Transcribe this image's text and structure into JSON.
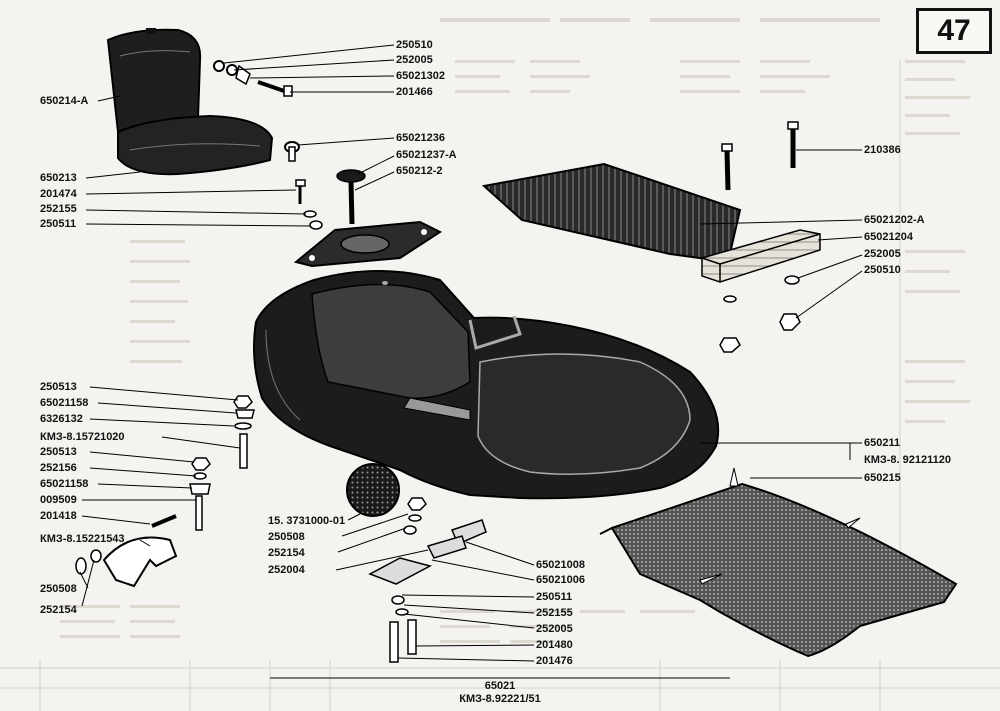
{
  "page_number": "47",
  "footer": {
    "assembly": "65021",
    "drawing": "КМЗ-8.92221/51"
  },
  "callouts": {
    "c250510a": "250510",
    "c252005a": "252005",
    "c65021302": "65021302",
    "c201466": "201466",
    "c650214A": "650214-А",
    "c65021236": "65021236",
    "c65021237A": "65021237-А",
    "c650212_2": "650212-2",
    "c650213": "650213",
    "c201474": "201474",
    "c252155a": "252155",
    "c250511a": "250511",
    "c210386": "210386",
    "c65021202A": "65021202-А",
    "c65021204": "65021204",
    "c252005b": "252005",
    "c250510b": "250510",
    "c250513a": "250513",
    "c65021158a": "65021158",
    "c6326132": "6326132",
    "cKM15721020": "КМЗ-8.15721020",
    "c250513b": "250513",
    "c252156": "252156",
    "c65021158b": "65021158",
    "c009509": "009509",
    "c201418": "201418",
    "cKM15221543": "КМЗ-8.15221543",
    "c250508a": "250508",
    "c252154a": "252154",
    "c650211": "650211",
    "cKM92121120": "КМЗ-8. 92121120",
    "c650215": "650215",
    "c153731000": "15. 3731000-01",
    "c250508b": "250508",
    "c252154b": "252154",
    "c252004": "252004",
    "c65021008": "65021008",
    "c65021006": "65021006",
    "c250511b": "250511",
    "c252155b": "252155",
    "c252005c": "252005",
    "c201480": "201480",
    "c201476": "201476"
  }
}
